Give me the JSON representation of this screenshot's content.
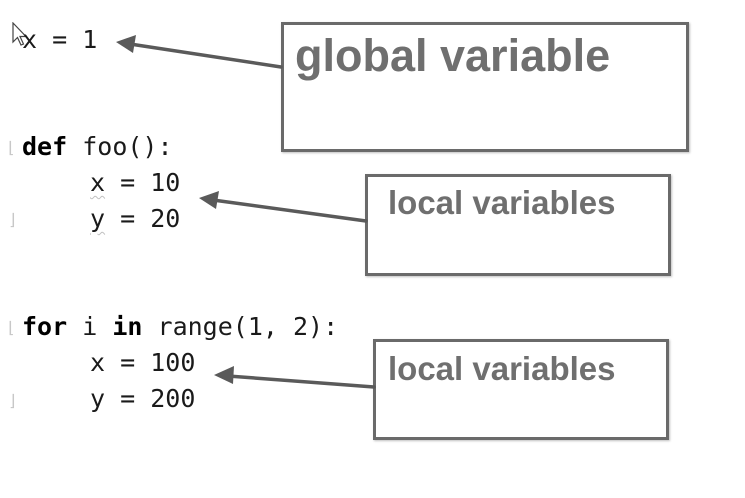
{
  "code": {
    "line1": {
      "name": "x",
      "op": "=",
      "value": "1"
    },
    "foo_def": {
      "keyword": "def",
      "signature": "foo():"
    },
    "foo_body": [
      {
        "name": "x",
        "op": "=",
        "value": "10"
      },
      {
        "name": "y",
        "op": "=",
        "value": "20"
      }
    ],
    "for_line": {
      "kw_for": "for",
      "var": "i",
      "kw_in": "in",
      "call": "range(1, 2):"
    },
    "for_body": [
      {
        "name": "x",
        "op": "=",
        "value": "100"
      },
      {
        "name": "y",
        "op": "=",
        "value": "200"
      }
    ]
  },
  "annotations": {
    "global": "global variable",
    "local_foo": "local variables",
    "local_for": "local variables"
  },
  "colors": {
    "annotation_text": "#6f6f6f",
    "box_border": "#6a6a6a",
    "arrow": "#5a5a5a"
  },
  "icons": {
    "cursor": "mouse-pointer-icon"
  }
}
